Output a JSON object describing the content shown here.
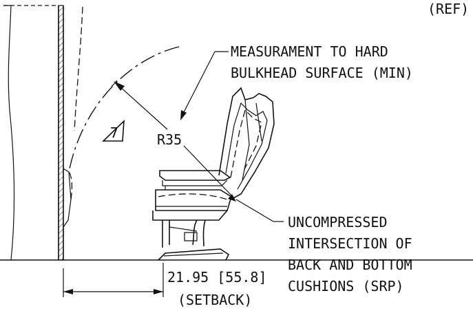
{
  "labels": {
    "ref": "(REF)",
    "measurement_line1": "MEASURAMENT TO HARD",
    "measurement_line2": "BULKHEAD SURFACE (MIN)",
    "radius": "R35",
    "note_number": "7",
    "srp_line1": "UNCOMPRESSED",
    "srp_line2": "INTERSECTION OF",
    "srp_line3": "BACK AND BOTTOM",
    "srp_line4": "CUSHIONS (SRP)",
    "setback_value": "21.95 [55.8]",
    "setback_label": "(SETBACK)"
  }
}
